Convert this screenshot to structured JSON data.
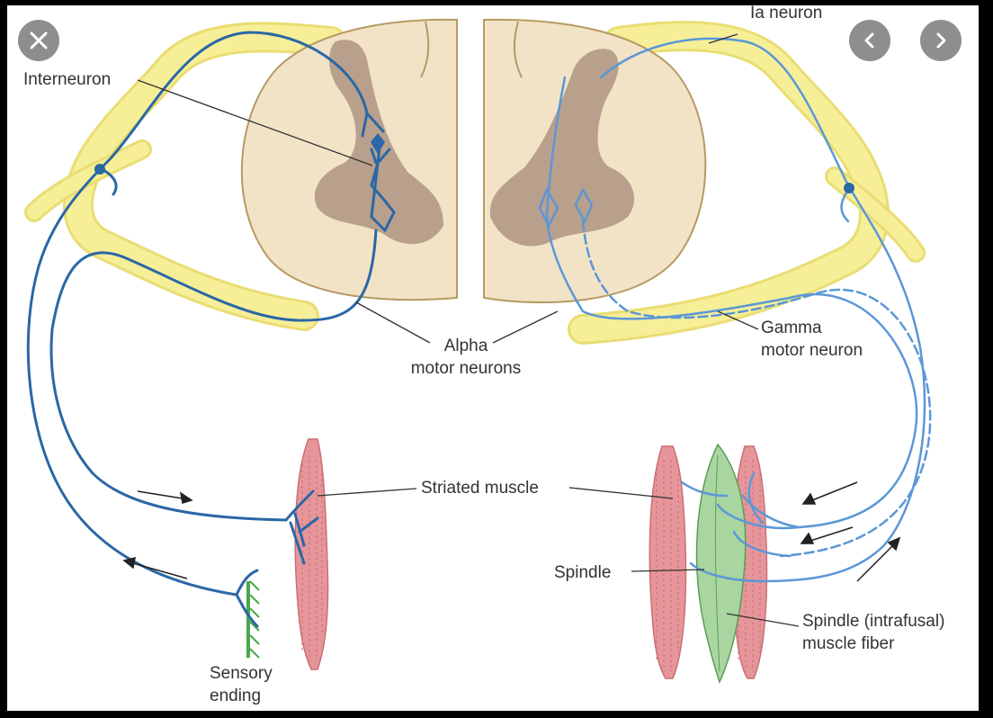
{
  "viewer": {
    "close_icon": "close-icon",
    "prev_icon": "chevron-left-icon",
    "next_icon": "chevron-right-icon"
  },
  "diagram": {
    "labels": {
      "ia_neuron": "Ia neuron",
      "interneuron": "Interneuron",
      "alpha_line1": "Alpha",
      "alpha_line2": "motor neurons",
      "gamma_line1": "Gamma",
      "gamma_line2": "motor neuron",
      "striated_muscle": "Striated muscle",
      "spindle": "Spindle",
      "intrafusal_line1": "Spindle (intrafusal)",
      "intrafusal_line2": "muscle fiber",
      "sensory_line1": "Sensory",
      "sensory_line2": "ending"
    },
    "colors": {
      "nerve_yellow": "#f6ef98",
      "cord": "#f2e3c7",
      "gray_matter": "#b9a08c",
      "neuron_dark": "#2a67a6",
      "neuron_light": "#5b97d6",
      "muscle": "#e6969a",
      "spindle": "#a9d6a0"
    }
  }
}
